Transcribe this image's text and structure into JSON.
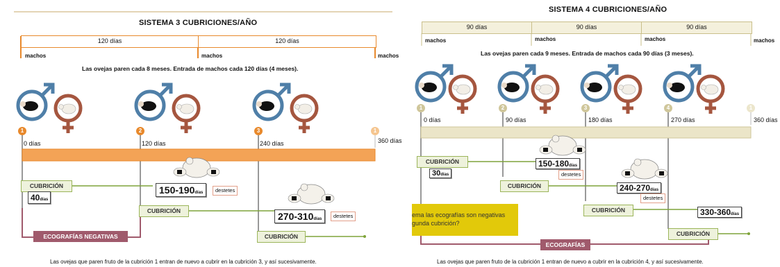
{
  "left": {
    "title": "SISTEMA 3 CUBRICIONES/AÑO",
    "intervals": [
      "120 días",
      "120 días"
    ],
    "machos": [
      "machos",
      "machos",
      "machos"
    ],
    "subtitle": "Las ovejas paren cada 8 meses. Entrada de machos cada 120 días (4 meses).",
    "markers": [
      "1",
      "2",
      "3",
      "1"
    ],
    "days": [
      "0 días",
      "120 días",
      "240 días",
      "360 días"
    ],
    "cubricion_label": "CUBRICIÓN",
    "durations": [
      {
        "value": "40",
        "unit": "días"
      },
      {
        "value": "150-190",
        "unit": "días"
      },
      {
        "value": "270-310",
        "unit": "días"
      }
    ],
    "destetes": "destetes",
    "ecografias": "ECOGRAFÍAS NEGATIVAS",
    "caption": "Las ovejas que paren fruto de la cubrición 1 entran de nuevo a cubrir en la cubrición 3, y así sucesivamente."
  },
  "right": {
    "title": "SISTEMA 4 CUBRICIONES/AÑO",
    "intervals": [
      "90 días",
      "90 días",
      "90 días"
    ],
    "machos": [
      "machos",
      "machos",
      "machos",
      "machos"
    ],
    "subtitle": "Las ovejas paren cada 9 meses. Entrada de machos cada 90 días (3 meses).",
    "markers": [
      "1",
      "2",
      "3",
      "4",
      "1"
    ],
    "days": [
      "0 días",
      "90 días",
      "180 días",
      "270 días",
      "360 días"
    ],
    "cubricion_label": "CUBRICIÓN",
    "durations": [
      {
        "value": "30",
        "unit": "días"
      },
      {
        "value": "150-180",
        "unit": "días"
      },
      {
        "value": "240-270",
        "unit": "días"
      },
      {
        "value": "330-360",
        "unit": "días"
      }
    ],
    "destetes": "destetes",
    "ecografias": "ECOGRAFÍAS",
    "note": "ema las ecografías son negativas\ngunda cubrición?",
    "caption": "Las ovejas que paren fruto de la cubrición 1 entran de nuevo a cubrir en la cubrición 4, y así sucesivamente."
  },
  "colors": {
    "orange": "#e8892c",
    "orange_light": "#f3b26a",
    "beige": "#efe9cf",
    "green": "#7fa43a",
    "male": "#4f7fa8",
    "female": "#a5563f",
    "eco": "#a05a6c",
    "yellow": "#e2c90a"
  }
}
